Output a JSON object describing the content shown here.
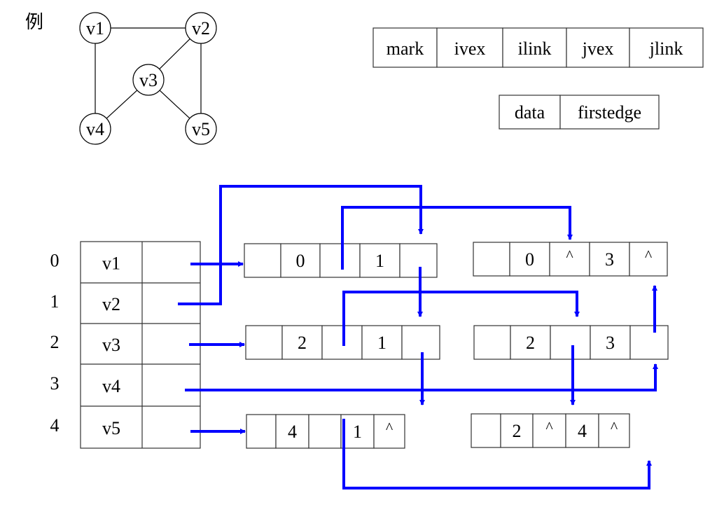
{
  "example_label": "例",
  "graph": {
    "vertices": [
      {
        "id": "v1",
        "label": "v1"
      },
      {
        "id": "v2",
        "label": "v2"
      },
      {
        "id": "v3",
        "label": "v3"
      },
      {
        "id": "v4",
        "label": "v4"
      },
      {
        "id": "v5",
        "label": "v5"
      }
    ],
    "edges": [
      [
        "v1",
        "v2"
      ],
      [
        "v1",
        "v4"
      ],
      [
        "v2",
        "v3"
      ],
      [
        "v2",
        "v5"
      ],
      [
        "v3",
        "v4"
      ],
      [
        "v3",
        "v5"
      ]
    ]
  },
  "edge_node_format": {
    "fields": [
      "mark",
      "ivex",
      "ilink",
      "jvex",
      "jlink"
    ]
  },
  "vertex_node_format": {
    "fields": [
      "data",
      "firstedge"
    ]
  },
  "vertex_table": {
    "indices": [
      "0",
      "1",
      "2",
      "3",
      "4"
    ],
    "vertices": [
      "v1",
      "v2",
      "v3",
      "v4",
      "v5"
    ]
  },
  "edge_nodes": [
    {
      "id": "e01",
      "cells": [
        "",
        "0",
        "",
        "1",
        ""
      ]
    },
    {
      "id": "e03",
      "cells": [
        "",
        "0",
        "^",
        "3",
        "^"
      ]
    },
    {
      "id": "e21",
      "cells": [
        "",
        "2",
        "",
        "1",
        ""
      ]
    },
    {
      "id": "e23",
      "cells": [
        "",
        "2",
        "",
        "3",
        ""
      ]
    },
    {
      "id": "e41",
      "cells": [
        "",
        "4",
        "",
        "1",
        "^"
      ]
    },
    {
      "id": "e24",
      "cells": [
        "",
        "2",
        "^",
        "4",
        "^"
      ]
    }
  ],
  "colors": {
    "pointer": "#0000ff",
    "stroke": "#000000",
    "cell_border": "#333333"
  }
}
